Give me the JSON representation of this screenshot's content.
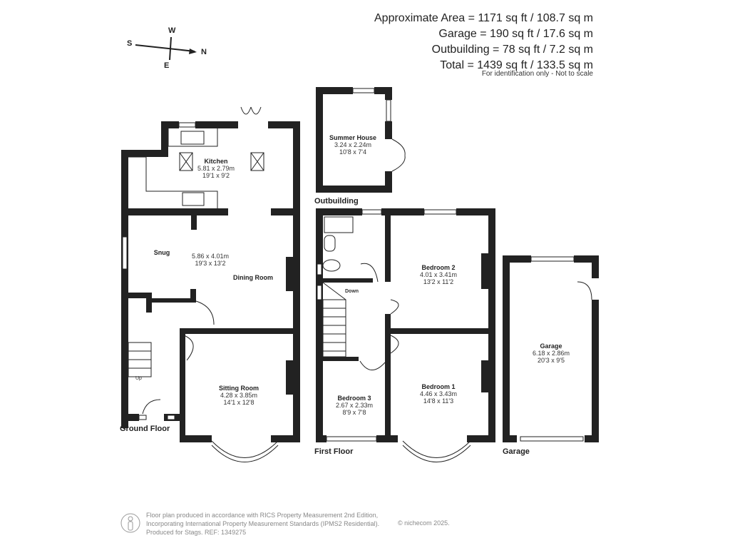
{
  "areas": {
    "approximate": "Approximate Area = 1171 sq ft / 108.7 sq m",
    "garage": "Garage = 190 sq ft / 17.6 sq m",
    "outbuilding": "Outbuilding = 78 sq ft / 7.2 sq m",
    "total": "Total = 1439 sq ft / 133.5 sq m",
    "note": "For identification only - Not to scale"
  },
  "compass": {
    "s": "S",
    "w": "W",
    "n": "N",
    "e": "E"
  },
  "floors": {
    "ground": "Ground Floor",
    "first": "First Floor",
    "outbuilding": "Outbuilding",
    "garage": "Garage"
  },
  "rooms": {
    "kitchen": {
      "name": "Kitchen",
      "metric": "5.81 x 2.79m",
      "imperial": "19'1 x 9'2"
    },
    "snug": {
      "name": "Snug"
    },
    "dining": {
      "name": "Dining Room",
      "metric": "5.86 x 4.01m",
      "imperial": "19'3 x 13'2"
    },
    "sitting": {
      "name": "Sitting Room",
      "metric": "4.28 x 3.85m",
      "imperial": "14'1 x 12'8"
    },
    "summer": {
      "name": "Summer House",
      "metric": "3.24 x 2.24m",
      "imperial": "10'8 x 7'4"
    },
    "bed2": {
      "name": "Bedroom 2",
      "metric": "4.01 x 3.41m",
      "imperial": "13'2 x 11'2"
    },
    "bed1": {
      "name": "Bedroom 1",
      "metric": "4.46 x 3.43m",
      "imperial": "14'8 x 11'3"
    },
    "bed3": {
      "name": "Bedroom 3",
      "metric": "2.67 x 2.33m",
      "imperial": "8'9 x 7'8"
    },
    "garage": {
      "name": "Garage",
      "metric": "6.18 x 2.86m",
      "imperial": "20'3 x 9'5"
    }
  },
  "stairs": {
    "up": "Up",
    "down": "Down"
  },
  "footer": {
    "line1": "Floor plan produced in accordance with RICS Property Measurement 2nd Edition,",
    "line2": "Incorporating International Property Measurement Standards (IPMS2 Residential).",
    "line3": "Produced for Stags.   REF: 1349275",
    "copyright": "© nichecom 2025."
  }
}
